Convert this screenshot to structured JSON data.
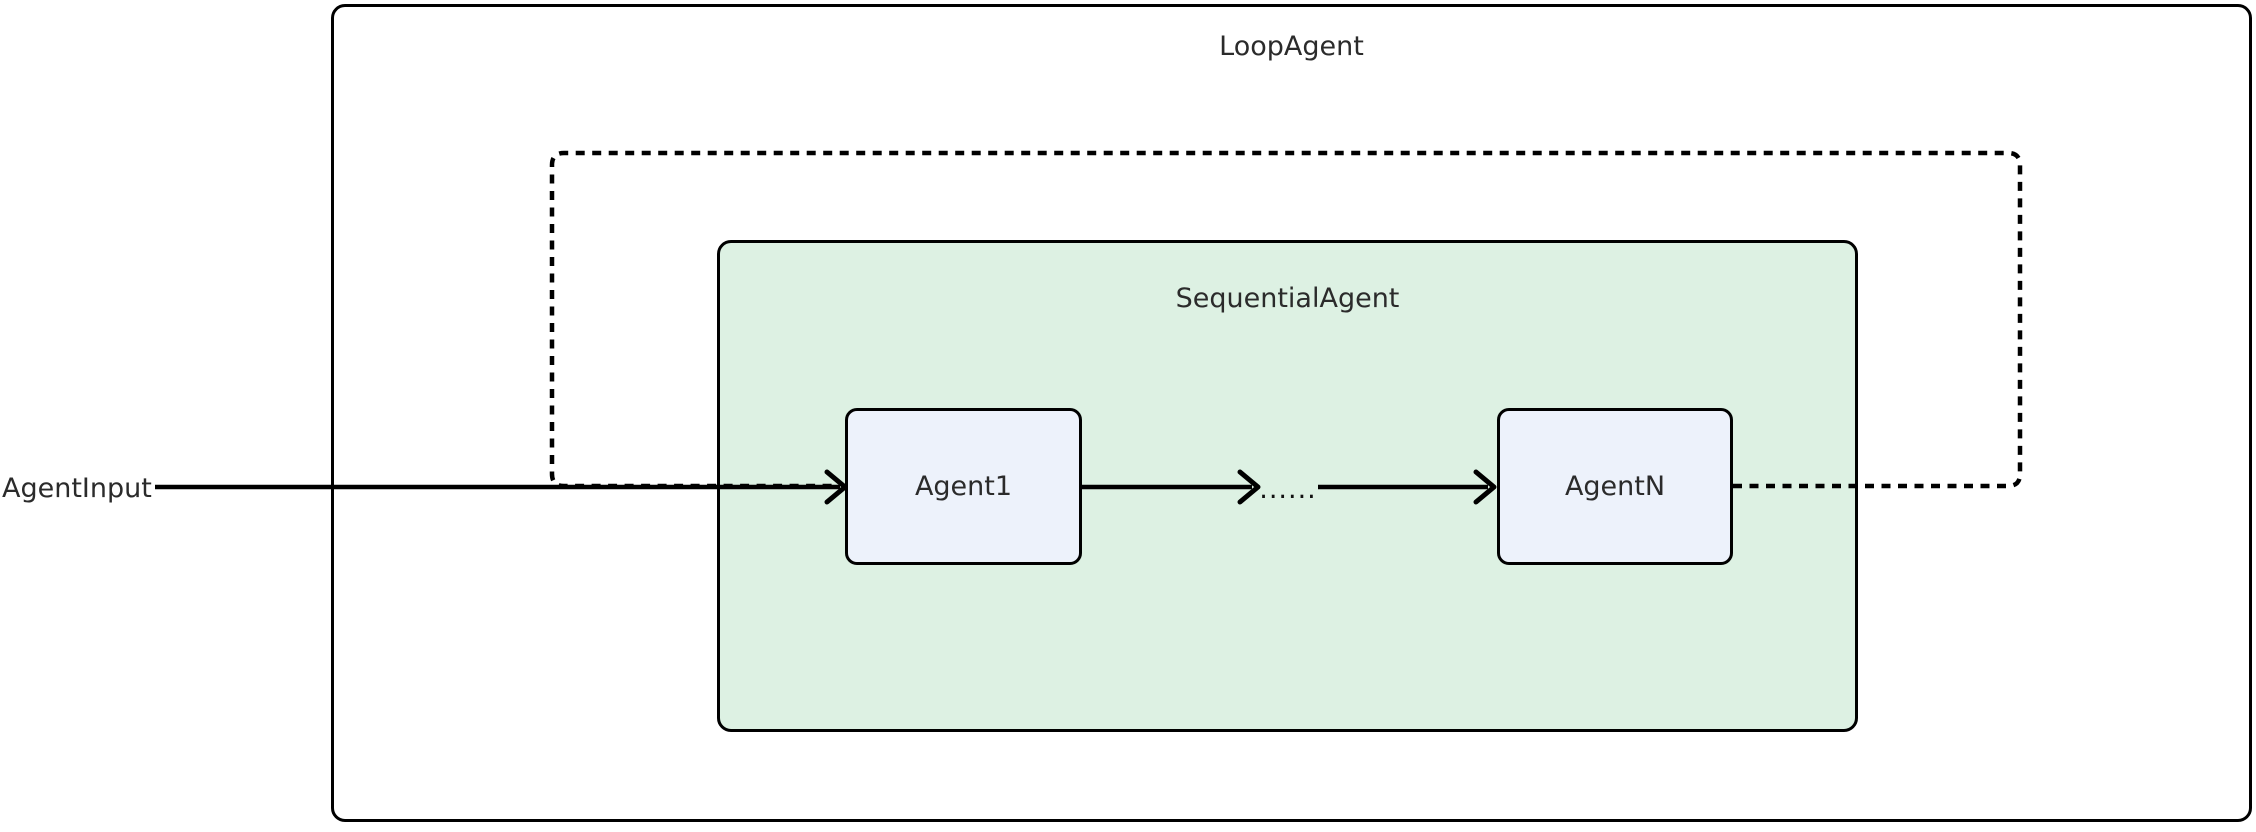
{
  "diagram": {
    "type": "flowchart",
    "title": "LoopAgent",
    "subgraph": {
      "label": "SequentialAgent"
    },
    "nodes": [
      {
        "label": "Agent1"
      },
      {
        "label": "AgentN"
      }
    ],
    "external_input": {
      "label": "AgentInput"
    },
    "ellipsis_label": "......",
    "edges": [
      {
        "from": "AgentInput",
        "to": "Agent1",
        "style": "solid-arrow"
      },
      {
        "from": "Agent1",
        "to": "......",
        "style": "solid-arrow"
      },
      {
        "from": "......",
        "to": "AgentN",
        "style": "solid-arrow"
      },
      {
        "from": "AgentN",
        "to": "Agent1",
        "style": "dashed-loop-back"
      }
    ],
    "colors": {
      "subgraph_fill": "#ddf1e3",
      "node_fill": "#edf2fb",
      "stroke": "#000000",
      "text": "#2b2b2b",
      "background": "#ffffff"
    }
  }
}
